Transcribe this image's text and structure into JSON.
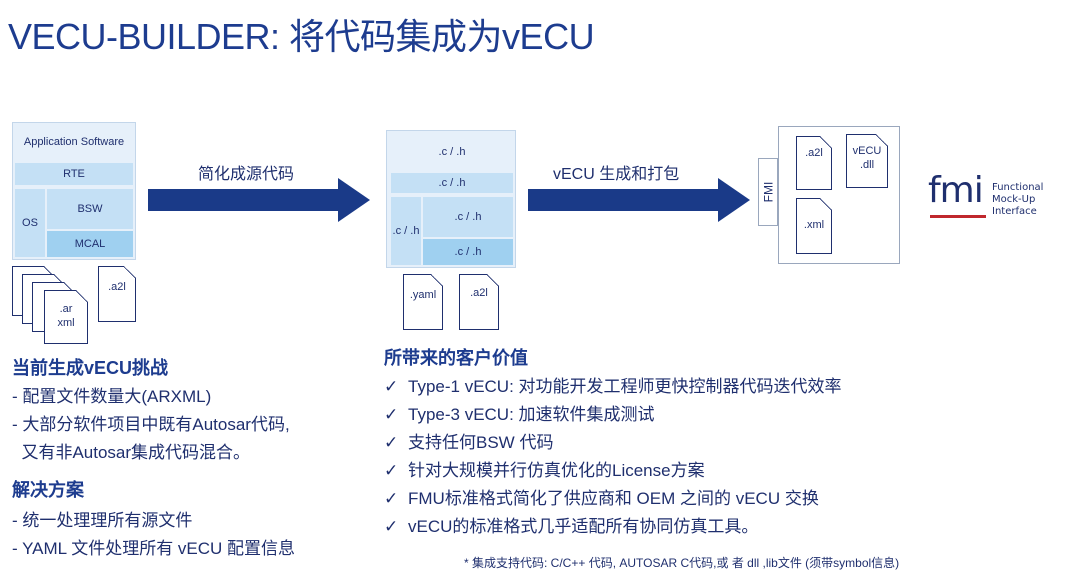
{
  "title": "VECU-BUILDER:  将代码集成为vECU",
  "left_stack": {
    "application_software": "Application Software",
    "rte": "RTE",
    "os": "OS",
    "bsw": "BSW",
    "mcal": "MCAL"
  },
  "left_docs": {
    "arxml": ".ar\nxml",
    "a2l": ".a2l"
  },
  "arrow1_label": "简化成源代码",
  "mid_stack": {
    "c1": ".c / .h",
    "c2": ".c / .h",
    "c3": ".c / .h",
    "c4": ".c / .h",
    "c5": ".c / .h"
  },
  "mid_docs": {
    "yaml": ".yaml",
    "a2l": ".a2l"
  },
  "arrow2_label": "vECU 生成和打包",
  "right_box": {
    "fmi_label": "FMI",
    "a2l": ".a2l",
    "vecu_dll": "vECU\n.dll",
    "xml": ".xml"
  },
  "fmi_logo": {
    "word": "fmi",
    "subtitle": "Functional\nMock-Up\nInterface"
  },
  "left_sections": {
    "challenge_title": "当前生成vECU挑战",
    "challenge_items": [
      "- 配置文件数量大(ARXML)",
      "- 大部分软件项目中既有Autosar代码,",
      "  又有非Autosar集成代码混合。"
    ],
    "solution_title": "解决方案",
    "solution_items": [
      "- 统一处理理所有源文件",
      "- YAML 文件处理所有 vECU 配置信息"
    ]
  },
  "value_section": {
    "title": "所带来的客户价值",
    "check_mark": "✓",
    "items": [
      "Type-1 vECU: 对功能开发工程师更快控制器代码迭代效率",
      "Type-3 vECU: 加速软件集成测试",
      "支持任何BSW 代码",
      "针对大规模并行仿真优化的License方案",
      "FMU标准格式简化了供应商和 OEM 之间的 vECU 交换",
      "vECU的标准格式几乎适配所有协同仿真工具。"
    ]
  },
  "footnote": "* 集成支持代码: C/C++ 代码, AUTOSAR C代码,或 者 dll ,lib文件 (须带symbol信息)",
  "colors": {
    "title": "#1d3c8f",
    "arrow": "#1a3a88",
    "fmi_red": "#c0282d",
    "block_dark": "#9fd0f0",
    "block_mid": "#c4e0f5",
    "block_light": "#e6f0fa"
  }
}
